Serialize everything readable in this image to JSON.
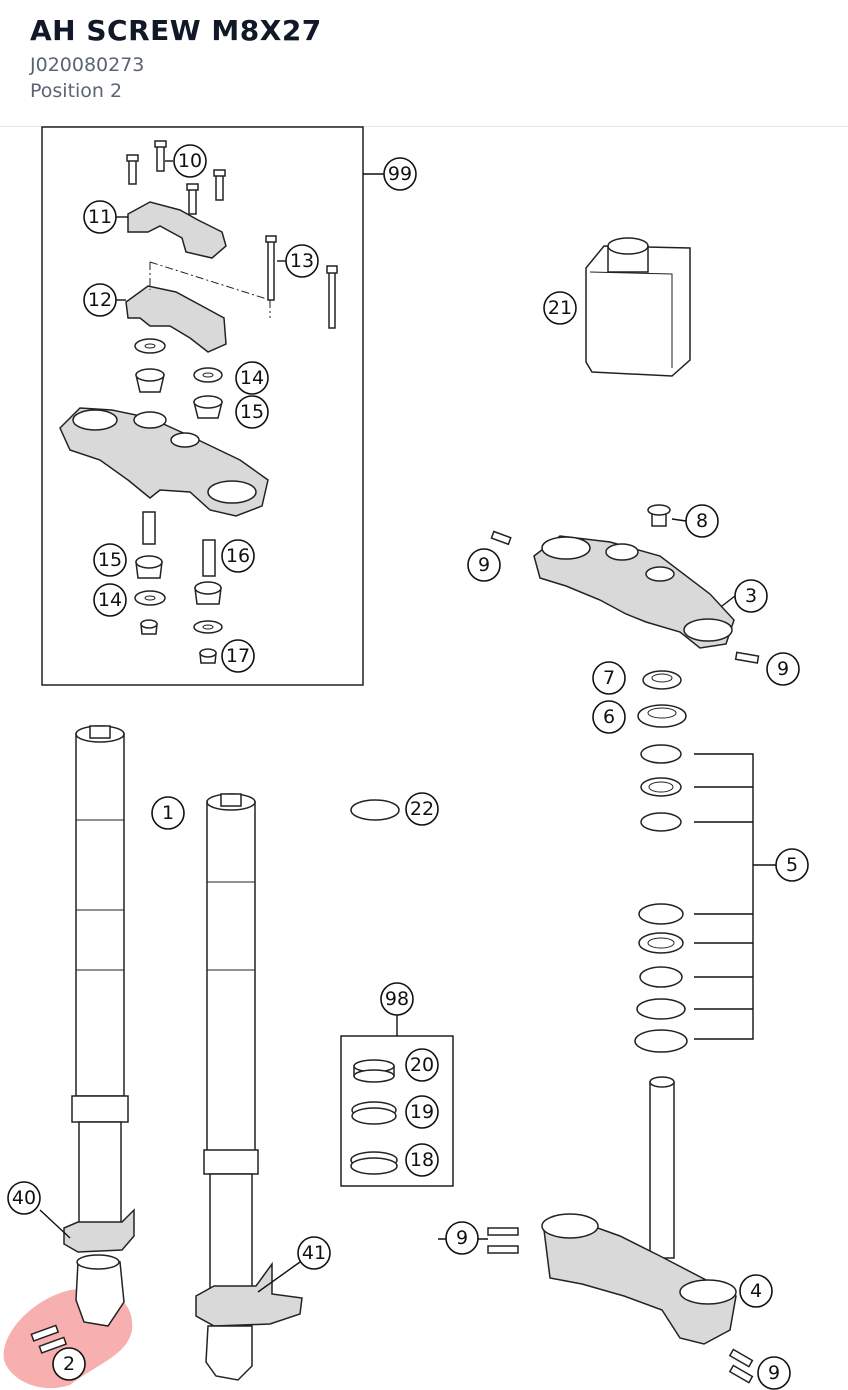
{
  "header": {
    "title": "AH SCREW M8X27",
    "part_number": "J020080273",
    "position": "Position 2"
  },
  "colors": {
    "highlight": "#f26d6d",
    "title": "#111827",
    "subtitle": "#5b6472"
  },
  "callouts": {
    "c10": "10",
    "c11": "11",
    "c12": "12",
    "c13": "13",
    "c14a": "14",
    "c15a": "15",
    "c99": "99",
    "c21": "21",
    "c8": "8",
    "c9a": "9",
    "c3": "3",
    "c9b": "9",
    "c15b": "15",
    "c16": "16",
    "c14b": "14",
    "c17": "17",
    "c7": "7",
    "c6": "6",
    "c1": "1",
    "c22": "22",
    "c5": "5",
    "c98": "98",
    "c20": "20",
    "c19": "19",
    "c18": "18",
    "c40": "40",
    "c41": "41",
    "c9c": "9",
    "c4": "4",
    "c2": "2",
    "c9d": "9"
  }
}
